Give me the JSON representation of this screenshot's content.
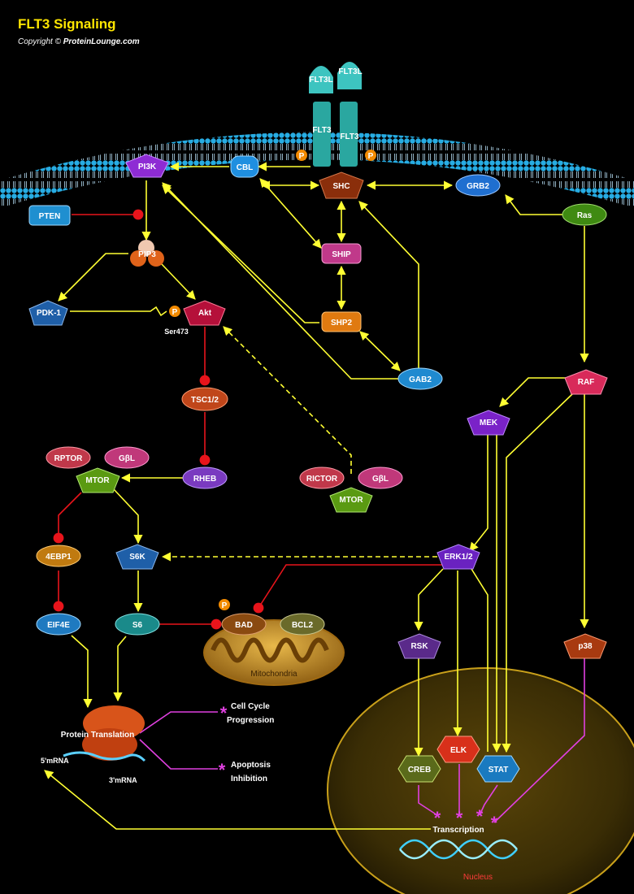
{
  "header": {
    "title": "FLT3 Signaling",
    "copyright_prefix": "Copyright ©",
    "copyright_site": "ProteinLounge.com"
  },
  "receptor": {
    "ligand_label": "FLT3L",
    "receptor_label": "FLT3",
    "phospho_label": "P"
  },
  "nodes": {
    "pi3k": "PI3K",
    "cbl": "CBL",
    "shc": "SHC",
    "grb2": "GRB2",
    "ras": "Ras",
    "pten": "PTEN",
    "pip3": "PIP3",
    "ship": "SHIP",
    "pdk1": "PDK-1",
    "akt": "Akt",
    "ser473": "Ser473",
    "shp2": "SHP2",
    "gab2": "GAB2",
    "tsc": "TSC1/2",
    "raf": "RAF",
    "mek": "MEK",
    "rptor": "RPTOR",
    "gbl": "GβL",
    "mtor": "MTOR",
    "rheb": "RHEB",
    "rictor": "RICTOR",
    "ebp1": "4EBP1",
    "s6k": "S6K",
    "erk": "ERK1/2",
    "eif4e": "EIF4E",
    "s6": "S6",
    "bad": "BAD",
    "bcl2": "BCL2",
    "mito": "Mitochondria",
    "rsk": "RSK",
    "p38": "p38",
    "creb": "CREB",
    "elk": "ELK",
    "stat": "STAT",
    "transcription": "Transcription",
    "nucleus": "Nucleus"
  },
  "translation": {
    "label": "Protein Translation",
    "mrna5": "5'mRNA",
    "mrna3": "3'mRNA"
  },
  "outcomes": {
    "cell_cycle_1": "Cell Cycle",
    "cell_cycle_2": "Progression",
    "apoptosis_1": "Apoptosis",
    "apoptosis_2": "Inhibition"
  },
  "colors": {
    "activation": "#ffff33",
    "inhibition": "#e8141b",
    "transcription": "#e040e0",
    "membrane": "#1aa9e6",
    "nucleus": "#c9a01a"
  }
}
